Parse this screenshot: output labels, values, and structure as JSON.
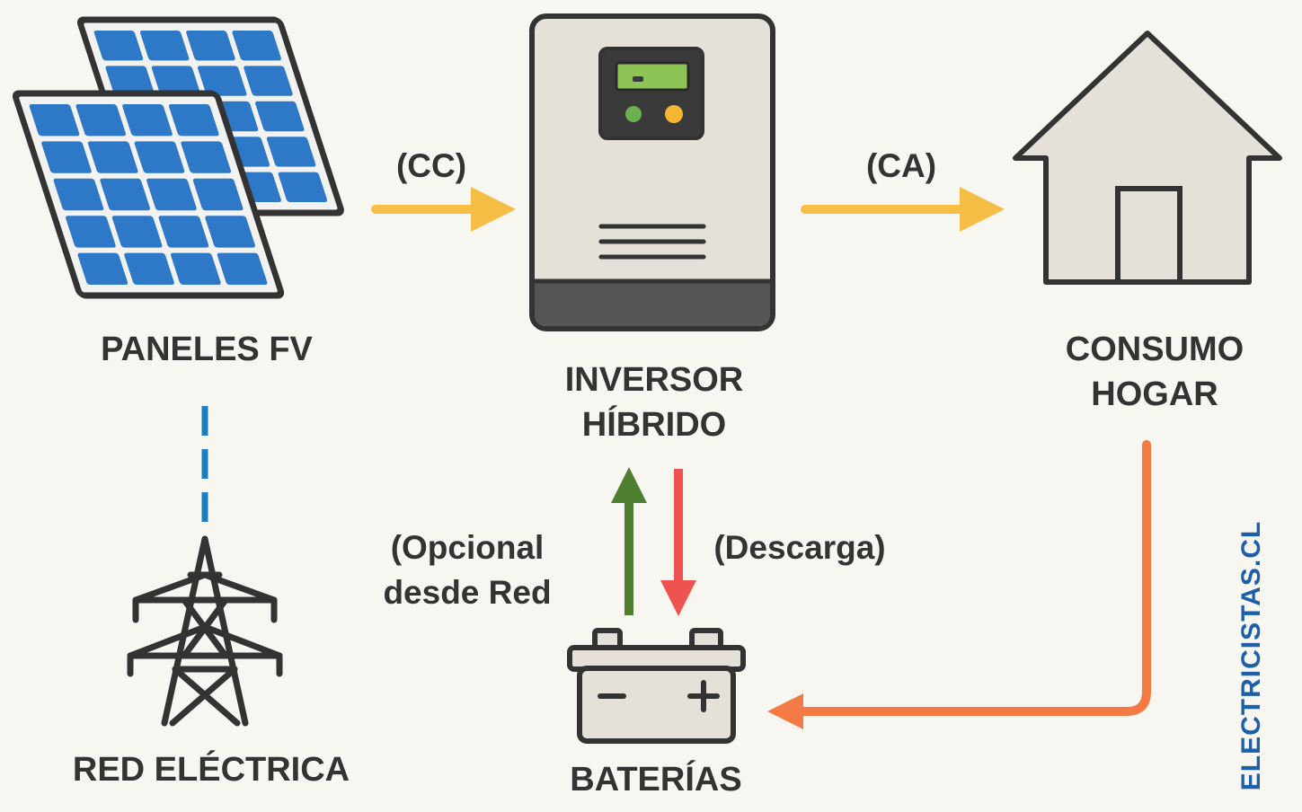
{
  "nodes": {
    "panels": {
      "label": "PANELES FV",
      "icon": "solar-panel-icon"
    },
    "inverter": {
      "label_line1": "INVERSOR",
      "label_line2": "HÍBRIDO",
      "icon": "hybrid-inverter-icon"
    },
    "home": {
      "label_line1": "CONSUMO",
      "label_line2": "HOGAR",
      "icon": "house-icon"
    },
    "grid": {
      "label": "RED ELÉCTRICA",
      "icon": "power-tower-icon"
    },
    "batteries": {
      "label": "BATERÍAS",
      "icon": "battery-icon"
    }
  },
  "flows": {
    "dc": {
      "label": "(CC)"
    },
    "ac": {
      "label": "(CA)"
    },
    "grid_charge": {
      "label_line1": "(Opcional",
      "label_line2": "desde Red"
    },
    "discharge": {
      "label": "(Descarga)"
    }
  },
  "brand": {
    "text": "ELECTRICISTAS.CL"
  },
  "colors": {
    "background": "#f8f6f0",
    "panel_blue": "#2e78c8",
    "outline": "#333333",
    "dc_ac_arrow": "#f5bf45",
    "charge_arrow": "#4e7f31",
    "discharge_arrow": "#ef5350",
    "home_to_battery": "#f47a45",
    "grid_link": "#1b7ec1",
    "brand": "#1d5fa8",
    "screen": "#8dc455"
  }
}
